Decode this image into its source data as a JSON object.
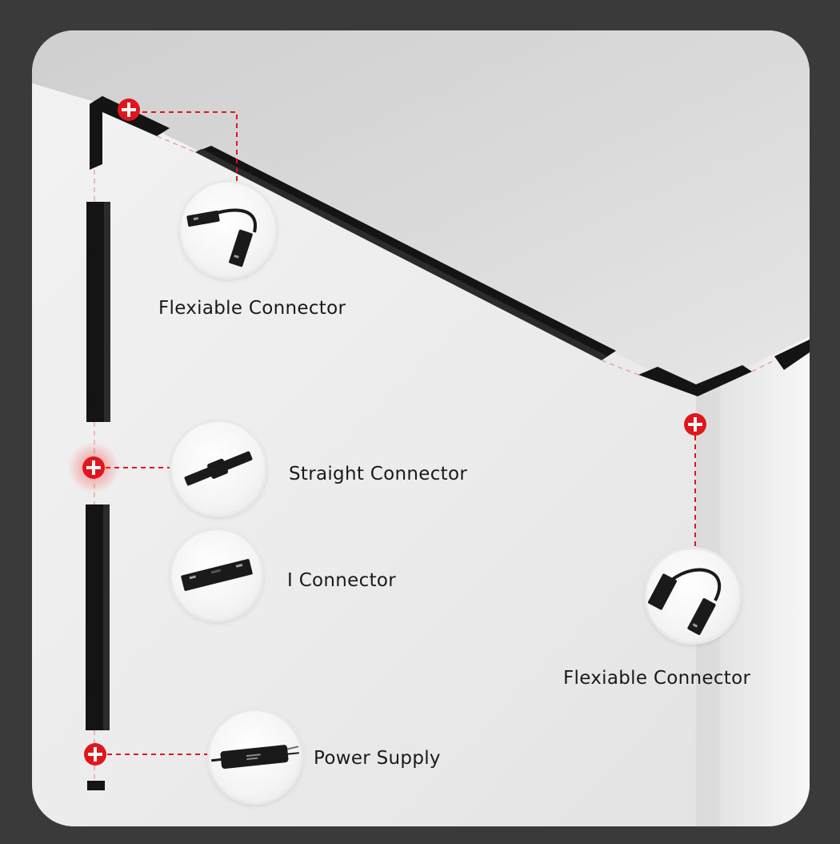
{
  "labels": {
    "flexible_top": "Flexiable Connector",
    "straight": "Straight Connector",
    "i_connector": "I Connector",
    "flexible_right": "Flexiable Connector",
    "power": "Power Supply"
  },
  "icons": {
    "plus_marker": "plus-marker-icon",
    "flexible_connector": "flexible-connector-icon",
    "straight_connector": "straight-connector-icon",
    "i_connector": "i-connector-icon",
    "power_supply": "power-supply-icon"
  },
  "colors": {
    "frame": "#3a3a3a",
    "marker_red": "#e0161e",
    "guide_red": "#e0161e",
    "track_black": "#141414"
  }
}
